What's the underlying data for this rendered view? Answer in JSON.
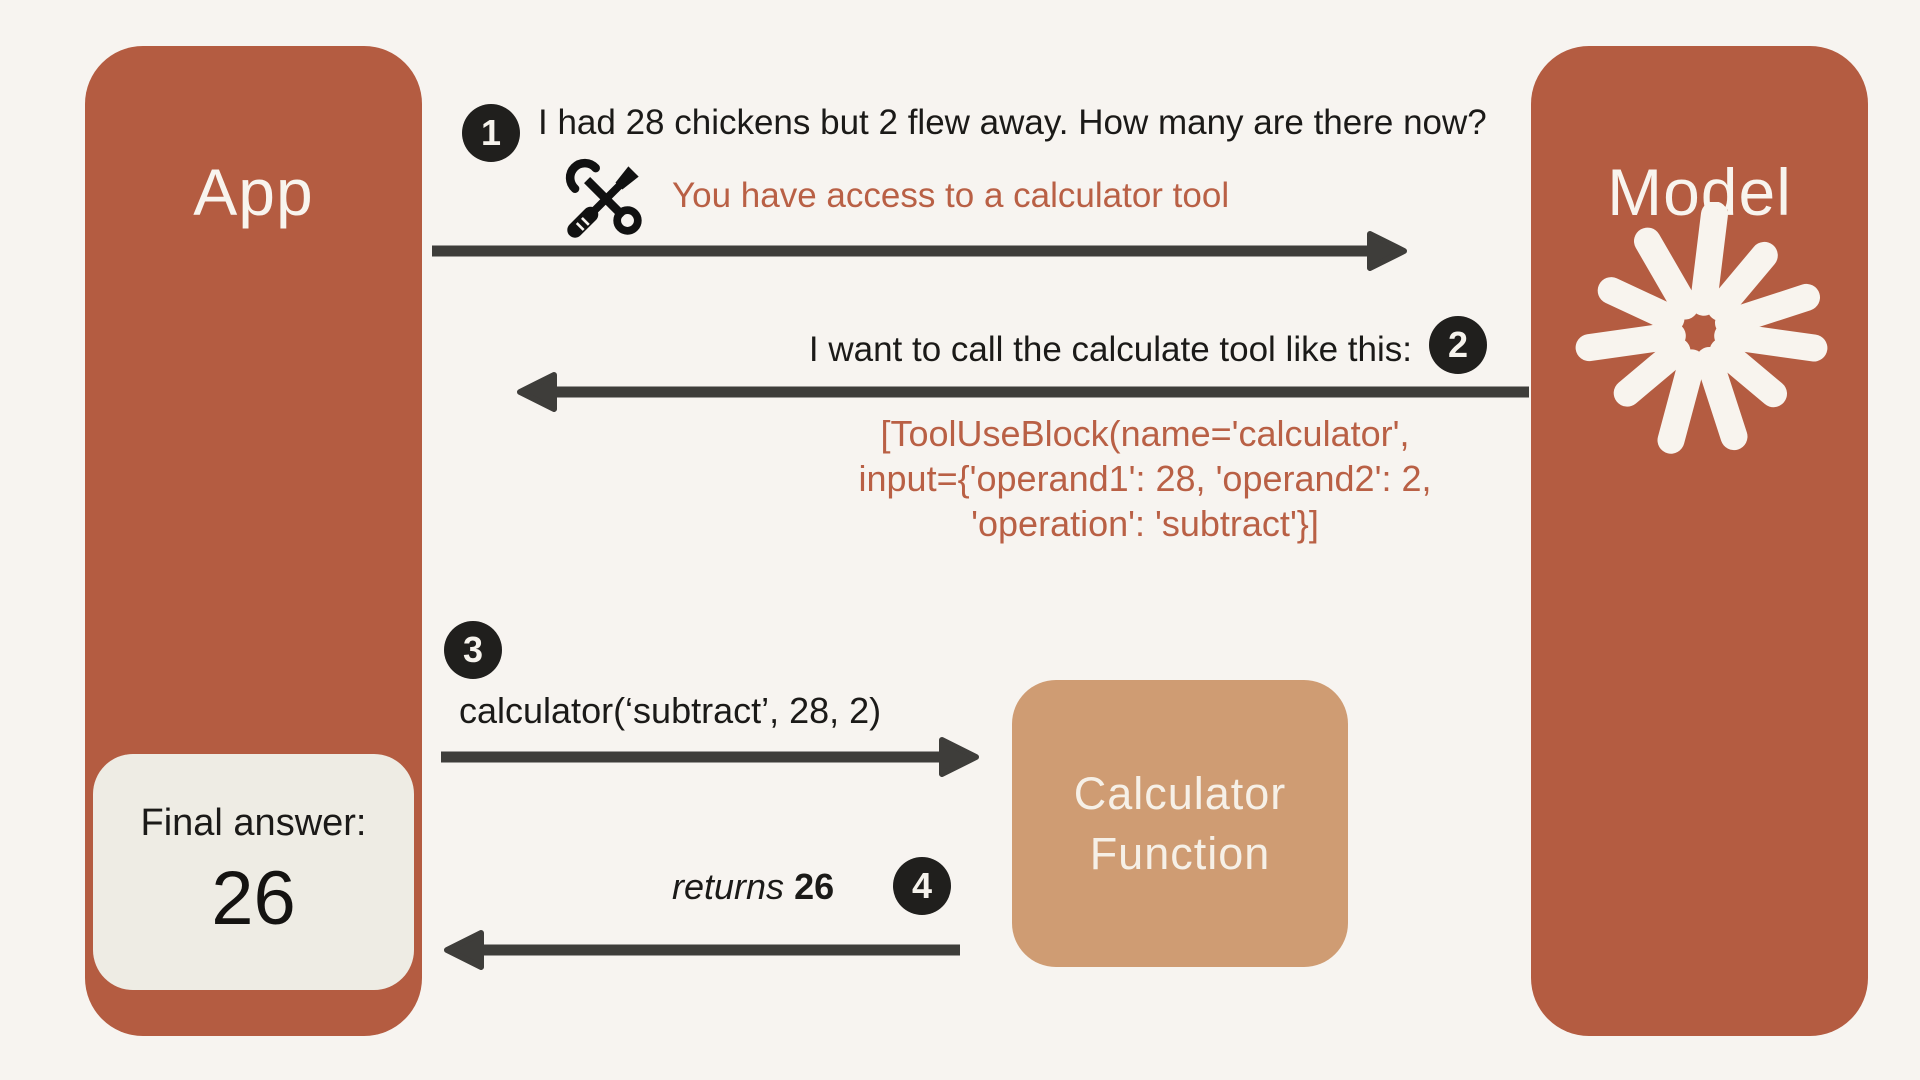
{
  "diagram": {
    "app": {
      "label": "App"
    },
    "model": {
      "label": "Model",
      "icon": "starburst-icon"
    },
    "calculator_function": {
      "label_line1": "Calculator",
      "label_line2": "Function"
    },
    "final_answer": {
      "label": "Final answer:",
      "value": "26"
    },
    "steps": [
      {
        "number": "1",
        "direction": "right",
        "message": "I had 28 chickens but 2 flew away. How many are there now?",
        "note": "You have access to a calculator tool",
        "icon": "crossed-wrench-screwdriver-icon"
      },
      {
        "number": "2",
        "direction": "left",
        "message": "I want to call the calculate tool like this:",
        "code_lines": [
          "[ToolUseBlock(name='calculator',",
          "input={'operand1': 28, 'operand2': 2,",
          "'operation': 'subtract'}]"
        ]
      },
      {
        "number": "3",
        "direction": "right",
        "message": "calculator(‘subtract’, 28, 2)"
      },
      {
        "number": "4",
        "direction": "left",
        "message_prefix": "returns",
        "message_value": "26"
      }
    ],
    "colors": {
      "background": "#f7f4f0",
      "terracotta": "#b45c41",
      "tan": "#cf9c73",
      "card": "#eeece4",
      "arrow": "#3e3d3a",
      "badge": "#201f1d",
      "accent_text": "#b96045",
      "ink": "#1b1a18"
    }
  }
}
